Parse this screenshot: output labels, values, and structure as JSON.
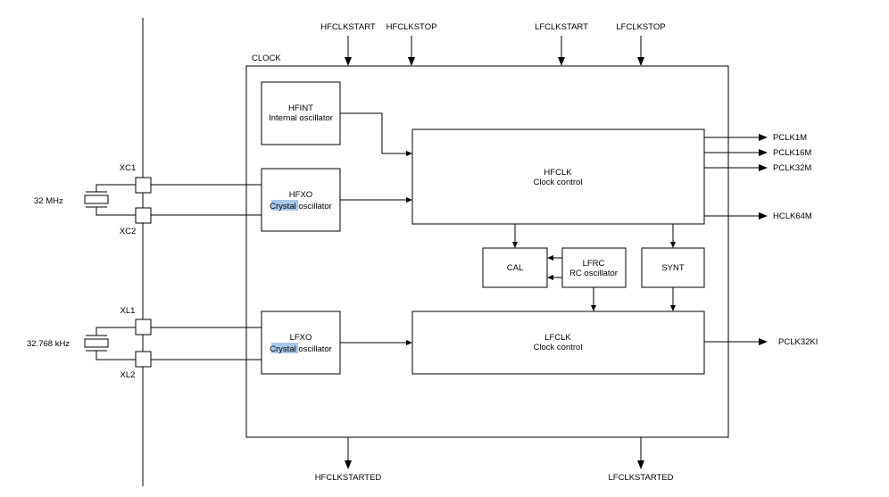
{
  "top_signals": {
    "hfclkstart": "HFCLKSTART",
    "hfclkstop": "HFCLKSTOP",
    "lfclkstart": "LFCLKSTART",
    "lfclkstop": "LFCLKSTOP"
  },
  "bottom_signals": {
    "hfclkstarted": "HFCLKSTARTED",
    "lfclkstarted": "LFCLKSTARTED"
  },
  "clock_label": "CLOCK",
  "blocks": {
    "hfint": {
      "title": "HFINT",
      "subtitle": "Internal oscillator"
    },
    "hfxo": {
      "title": "HFXO",
      "subtitle_highlight": "Crystal",
      "subtitle_rest": " oscillator"
    },
    "lfxo": {
      "title": "LFXO",
      "subtitle_highlight": "Crystal",
      "subtitle_rest": " oscillator"
    },
    "hfclk": {
      "title": "HFCLK",
      "subtitle": "Clock control"
    },
    "lfclk": {
      "title": "LFCLK",
      "subtitle": "Clock control"
    },
    "cal": {
      "title": "CAL"
    },
    "lfrc": {
      "title": "LFRC",
      "subtitle": "RC oscillator"
    },
    "synt": {
      "title": "SYNT"
    }
  },
  "pins": {
    "xc1": "XC1",
    "xc2": "XC2",
    "xl1": "XL1",
    "xl2": "XL2"
  },
  "crystals": {
    "hf": "32 MHz",
    "lf": "32.768 kHz"
  },
  "outputs": {
    "pclk1m": "PCLK1M",
    "pclk16m": "PCLK16M",
    "pclk32m": "PCLK32M",
    "hclk64m": "HCLK64M",
    "pclk32ki": "PCLK32KI"
  }
}
